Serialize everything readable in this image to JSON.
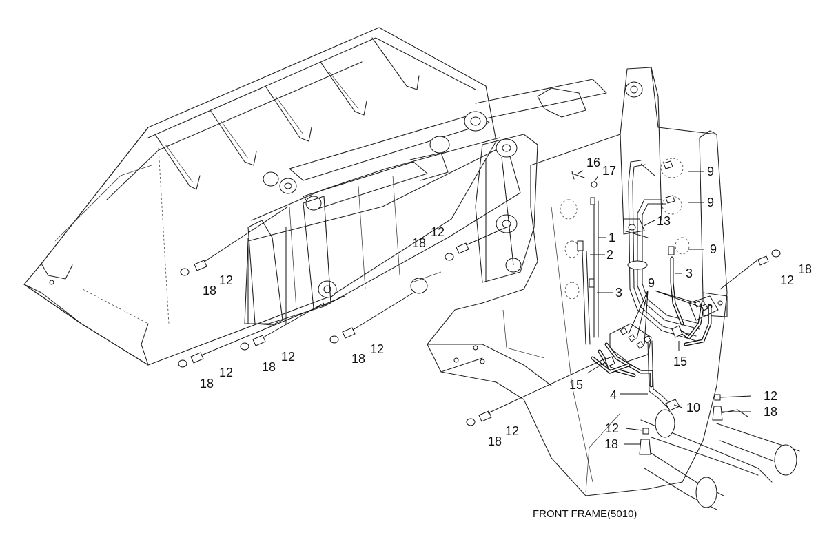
{
  "caption": "FRONT FRAME(5010)",
  "labels": {
    "c1": "1",
    "c2": "2",
    "c3a": "3",
    "c3b": "3",
    "c4": "4",
    "c9a": "9",
    "c9b": "9",
    "c9c": "9",
    "c9d": "9",
    "c10": "10",
    "c12a": "12",
    "c12b": "12",
    "c12c": "12",
    "c12d": "12",
    "c12e": "12",
    "c12f": "12",
    "c12g": "12",
    "c12h": "12",
    "c12i": "12",
    "c13": "13",
    "c15a": "15",
    "c15b": "15",
    "c16": "16",
    "c17": "17",
    "c18a": "18",
    "c18b": "18",
    "c18c": "18",
    "c18d": "18",
    "c18e": "18",
    "c18f": "18",
    "c18g": "18",
    "c18h": "18",
    "c18i": "18"
  }
}
